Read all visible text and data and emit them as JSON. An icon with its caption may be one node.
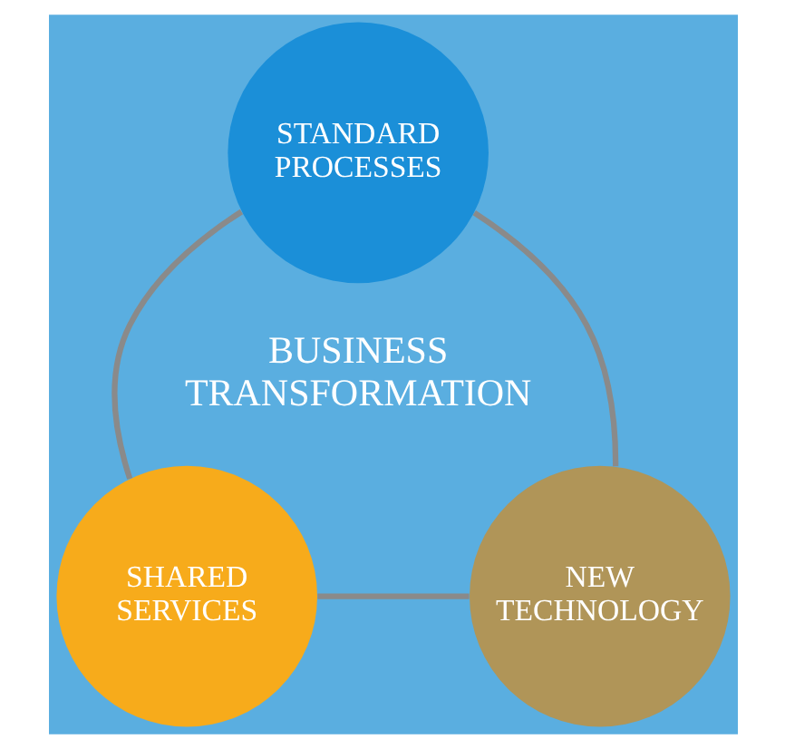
{
  "diagram": {
    "nodes": [
      {
        "text": [
          "STANDARD PROCESSES"
        ]
      },
      {
        "text": [
          "SHARED SERVICES"
        ]
      },
      {
        "text": [
          "NEW TECHNOLOGY"
        ]
      }
    ],
    "edges": [
      {
        "from": 0,
        "to": 1,
        "arrow": "none"
      },
      {
        "from": 0,
        "to": 2,
        "arrow": "none"
      },
      {
        "from": 1,
        "to": 2,
        "arrow": "none"
      }
    ],
    "labels": [
      "BUSINESS TRANSFORMATION"
    ]
  }
}
